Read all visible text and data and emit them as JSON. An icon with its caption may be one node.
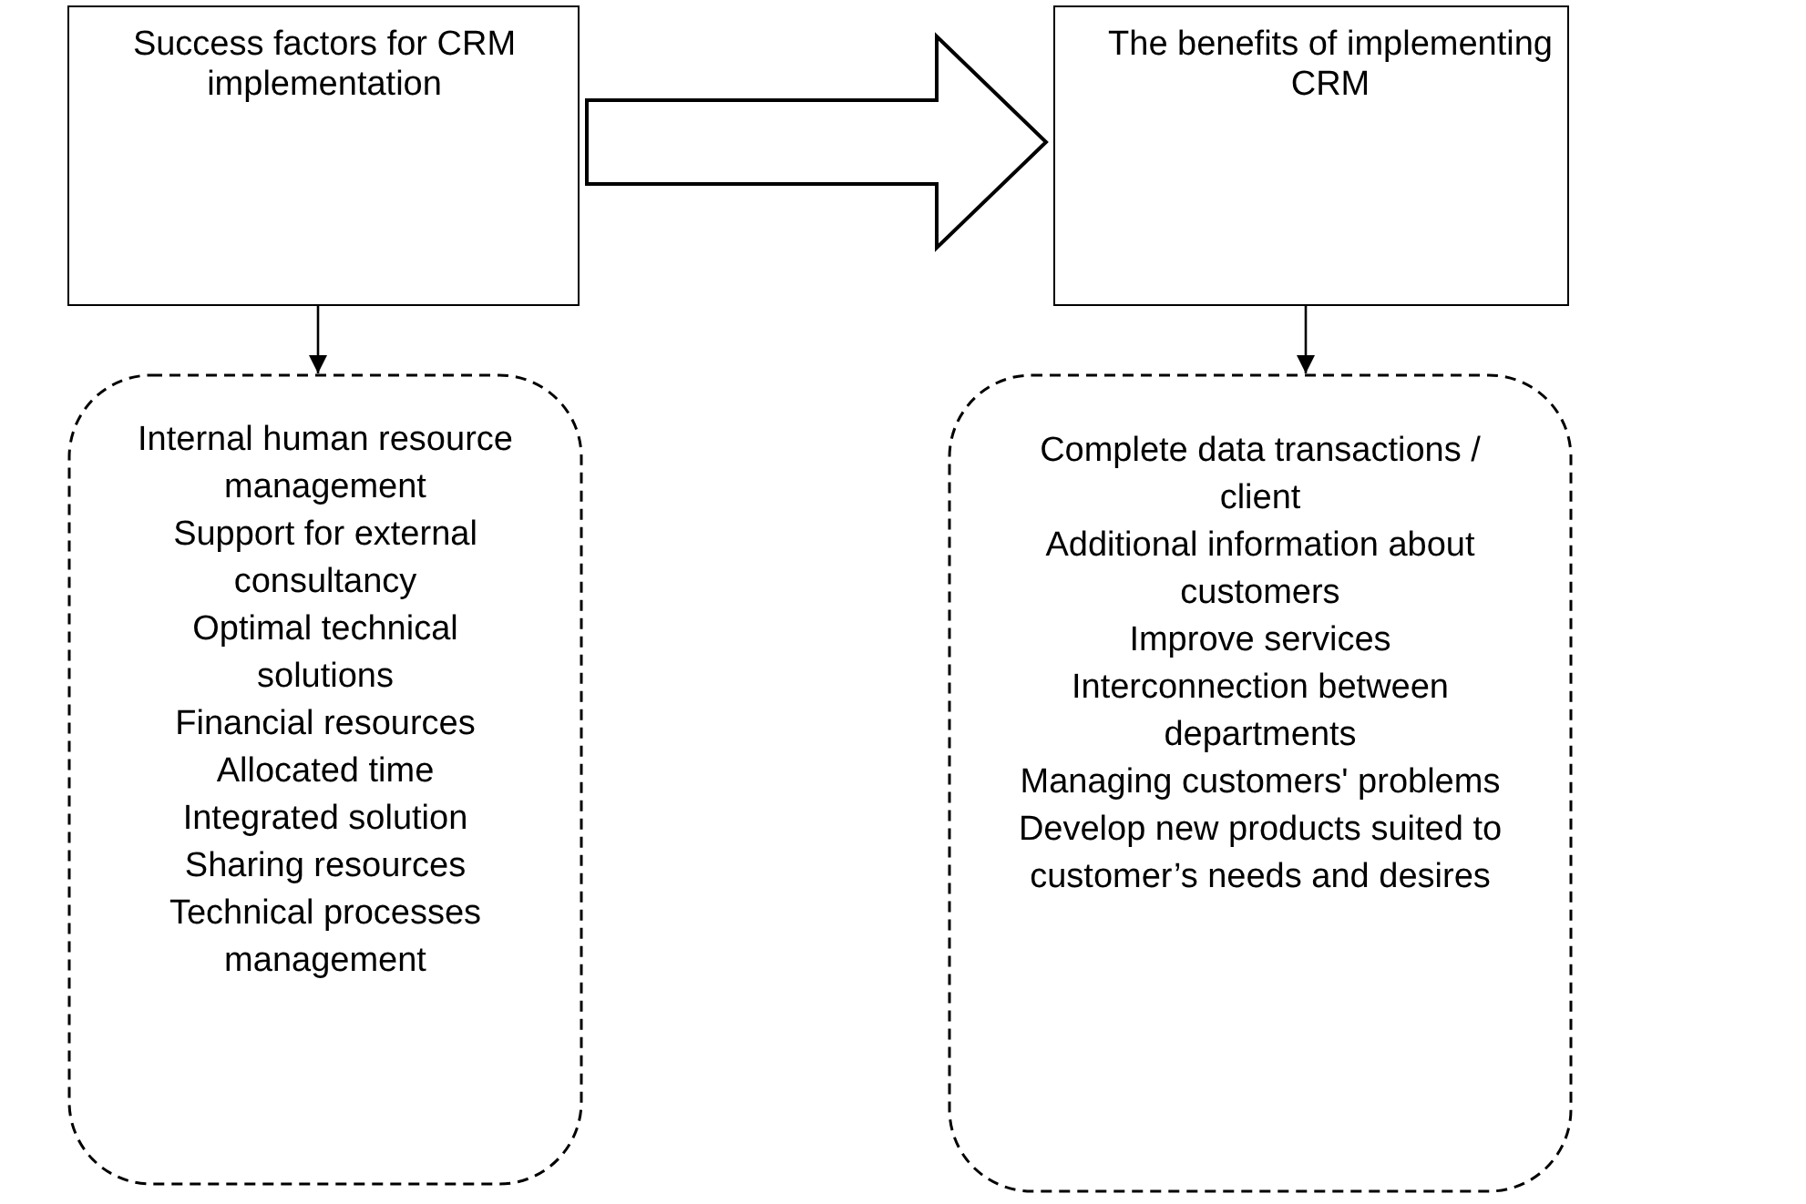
{
  "diagram": {
    "nodes": [
      {
        "text": [
          "Success factors for CRM implementation"
        ]
      },
      {
        "text": [
          "The benefits of implementing CRM"
        ]
      },
      {
        "text": [
          "Internal human resource management",
          "Support for external consultancy",
          "Optimal technical solutions",
          "Financial resources",
          "Allocated time",
          "Integrated solution",
          "Sharing resources",
          "Technical processes management"
        ]
      },
      {
        "text": [
          "Complete data transactions / client",
          "Additional information about customers",
          "Improve services",
          "Interconnection between departments",
          "Managing customers' problems",
          "Develop new products suited to customer’s needs and desires"
        ]
      }
    ],
    "edges": [
      {
        "from": 0,
        "to": 1,
        "arrow": "to",
        "style": "thick"
      },
      {
        "from": 0,
        "to": 2,
        "arrow": "to"
      },
      {
        "from": 1,
        "to": 3,
        "arrow": "to"
      }
    ]
  }
}
